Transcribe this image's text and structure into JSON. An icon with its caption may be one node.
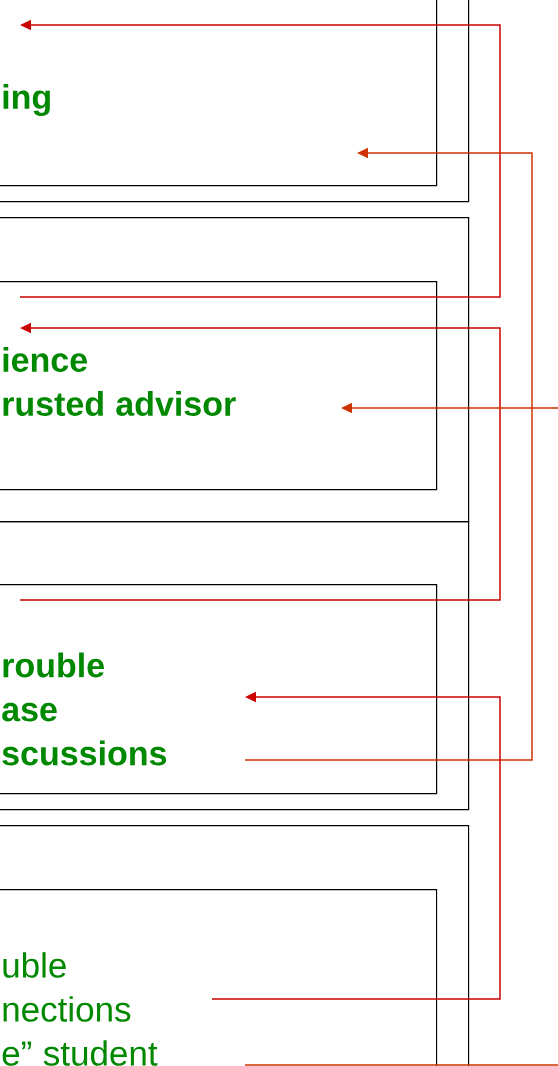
{
  "diagram": {
    "nodes": [
      {
        "text": [],
        "shape": "box"
      },
      {
        "text": [
          "ing"
        ],
        "in": 0
      },
      {
        "text": [],
        "shape": "box"
      },
      {
        "text": [
          "ience rusted advisor"
        ],
        "in": 2
      },
      {
        "text": [],
        "shape": "box"
      },
      {
        "text": [
          "rouble ase scussions"
        ],
        "in": 4
      },
      {
        "text": [],
        "shape": "box"
      },
      {
        "text": [
          "uble nections e” student"
        ],
        "in": 6
      }
    ],
    "edges": [
      {
        "from": 3,
        "to": 1,
        "arrow": "to"
      },
      {
        "from": 5,
        "to": 1,
        "arrow": "to",
        "color": "#cc3300"
      },
      {
        "from": 5,
        "to": 3,
        "arrow": "to"
      },
      {
        "from": null,
        "to": 3,
        "arrow": "to",
        "color": "#cc3300"
      },
      {
        "from": 7,
        "to": 5,
        "arrow": "to"
      },
      {
        "from": 7,
        "to": null,
        "arrow": "none",
        "color": "#cc3300"
      }
    ]
  }
}
